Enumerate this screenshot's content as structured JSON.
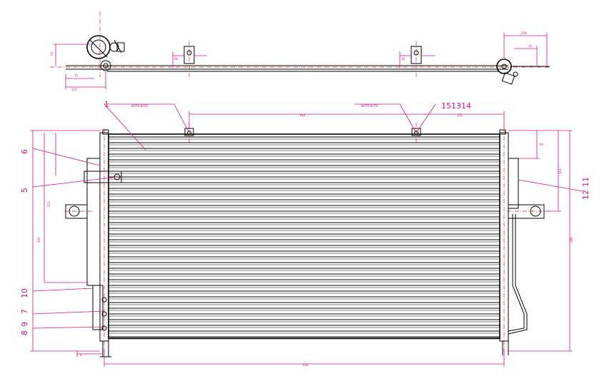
{
  "balloons": {
    "b1": "1",
    "b6": "6",
    "b5": "5",
    "b10": "10",
    "b7": "7",
    "b9": "9",
    "b8": "8",
    "b15": "15",
    "b13": "13",
    "b14": "14",
    "b11": "11",
    "b12": "12"
  },
  "colors": {
    "dimension": "#d4148c",
    "centerline": "#d42020",
    "object": "#000000"
  }
}
